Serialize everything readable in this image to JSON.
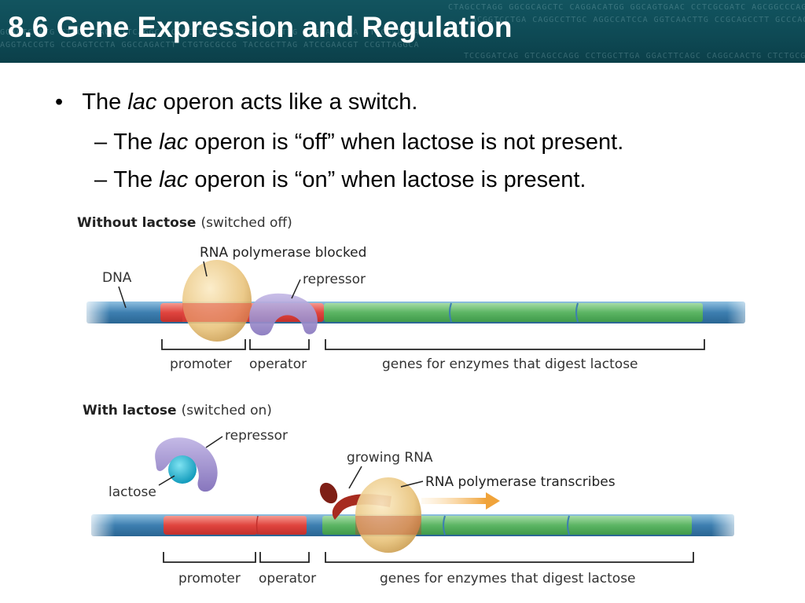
{
  "slide": {
    "title": "8.6 Gene Expression and Regulation",
    "sequence_rows": [
      "CTAGCCTAGG GGCGCAGCTC CAGGACATGG GGCAGTGAAC CCTCGCGATC AGCGGCCCAG GCGAACTTGA",
      "ACGGTCCTGA CAGGCCTTGC AGGCCATCCA GGTCAACTTG CCGCAGCCTT GCCCAGTCAG AACGGTCTTC",
      "GCAGTCGATG CTGCCTTAGG TTCAGGCAAC GCCCGACCGG GGCAACCTTG TCGCATGGCA GTTCAGCGTA",
      "AGGTACCGTG CCGAGTCCTA GGCCAGACTT CTGTGCGCCG TACCGCTTAG ATCCGAACGT CCGTTAGGCA",
      "TCCGGATCAG GTCAGCCAGG CCTGGCTTGA GGACTTCAGC CAGGCAACTG CTCTGCGTCC CAGTTGCAGA"
    ]
  },
  "bullets": {
    "main": {
      "before": "The ",
      "italic": "lac",
      "after": " operon acts like a switch."
    },
    "sub": [
      {
        "before": "The ",
        "italic": "lac",
        "after": " operon is “off” when lactose is not present."
      },
      {
        "before": "The ",
        "italic": "lac",
        "after": " operon is “on” when lactose is present."
      }
    ]
  },
  "figure": {
    "off": {
      "heading_bold": "Without lactose",
      "heading_rest": "(switched off)",
      "label_polymerase": "RNA polymerase blocked",
      "label_dna": "DNA",
      "label_repressor": "repressor",
      "label_promoter": "promoter",
      "label_operator": "operator",
      "label_genes": "genes for enzymes that digest lactose"
    },
    "on": {
      "heading_bold": "With lactose",
      "heading_rest": "(switched on)",
      "label_repressor": "repressor",
      "label_lactose": "lactose",
      "label_growing_rna": "growing RNA",
      "label_polymerase": "RNA polymerase transcribes",
      "label_promoter": "promoter",
      "label_operator": "operator",
      "label_genes": "genes for enzymes that digest lactose"
    },
    "colors": {
      "dna_blue": "#3d7fb0",
      "promoter_red": "#e0453f",
      "genes_green": "#5cb564",
      "polymerase": "#e9c47d",
      "repressor": "#9a8cc9",
      "lactose": "#1ab4d4",
      "rna": "#a72b1f",
      "arrow": "#f0a33a"
    }
  }
}
